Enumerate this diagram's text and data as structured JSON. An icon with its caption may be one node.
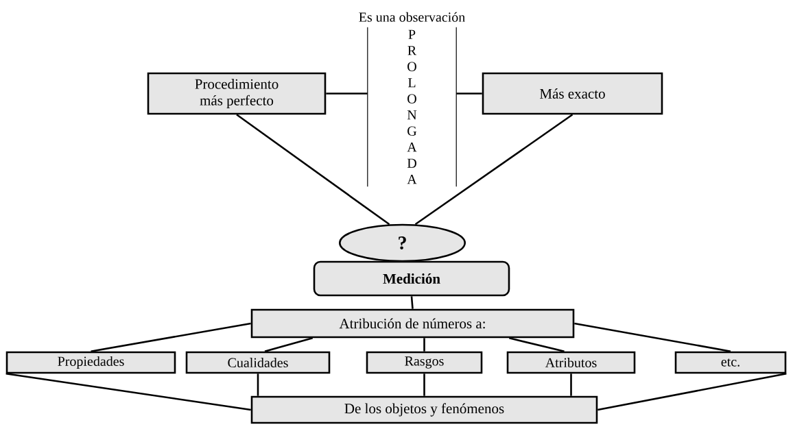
{
  "diagram": {
    "nodes": [
      {
        "text": [
          "Es una observación",
          "PROLONGADA"
        ]
      },
      {
        "text": [
          "Procedimiento más perfecto"
        ]
      },
      {
        "text": [
          "Más exacto"
        ]
      },
      {
        "text": [
          "?"
        ]
      },
      {
        "text": [
          "Medición"
        ]
      },
      {
        "text": [
          "Atribución de números  a:"
        ]
      },
      {
        "text": [
          "Propiedades"
        ]
      },
      {
        "text": [
          "Cualidades"
        ]
      },
      {
        "text": [
          "Rasgos"
        ]
      },
      {
        "text": [
          "Atributos"
        ]
      },
      {
        "text": [
          "etc."
        ]
      },
      {
        "text": [
          "De los objetos y fenómenos"
        ]
      }
    ],
    "edges": [
      {
        "from": 1,
        "to": 0,
        "arrow": "none"
      },
      {
        "from": 2,
        "to": 0,
        "arrow": "none"
      },
      {
        "from": 1,
        "to": 3,
        "arrow": "none"
      },
      {
        "from": 2,
        "to": 3,
        "arrow": "none"
      },
      {
        "from": 4,
        "to": 5,
        "arrow": "none"
      },
      {
        "from": 5,
        "to": 6,
        "arrow": "none"
      },
      {
        "from": 5,
        "to": 7,
        "arrow": "none"
      },
      {
        "from": 5,
        "to": 8,
        "arrow": "none"
      },
      {
        "from": 5,
        "to": 9,
        "arrow": "none"
      },
      {
        "from": 5,
        "to": 10,
        "arrow": "none"
      },
      {
        "from": 6,
        "to": 11,
        "arrow": "none"
      },
      {
        "from": 7,
        "to": 11,
        "arrow": "none"
      },
      {
        "from": 8,
        "to": 11,
        "arrow": "none"
      },
      {
        "from": 9,
        "to": 11,
        "arrow": "none"
      },
      {
        "from": 10,
        "to": 11,
        "arrow": "none"
      }
    ]
  }
}
